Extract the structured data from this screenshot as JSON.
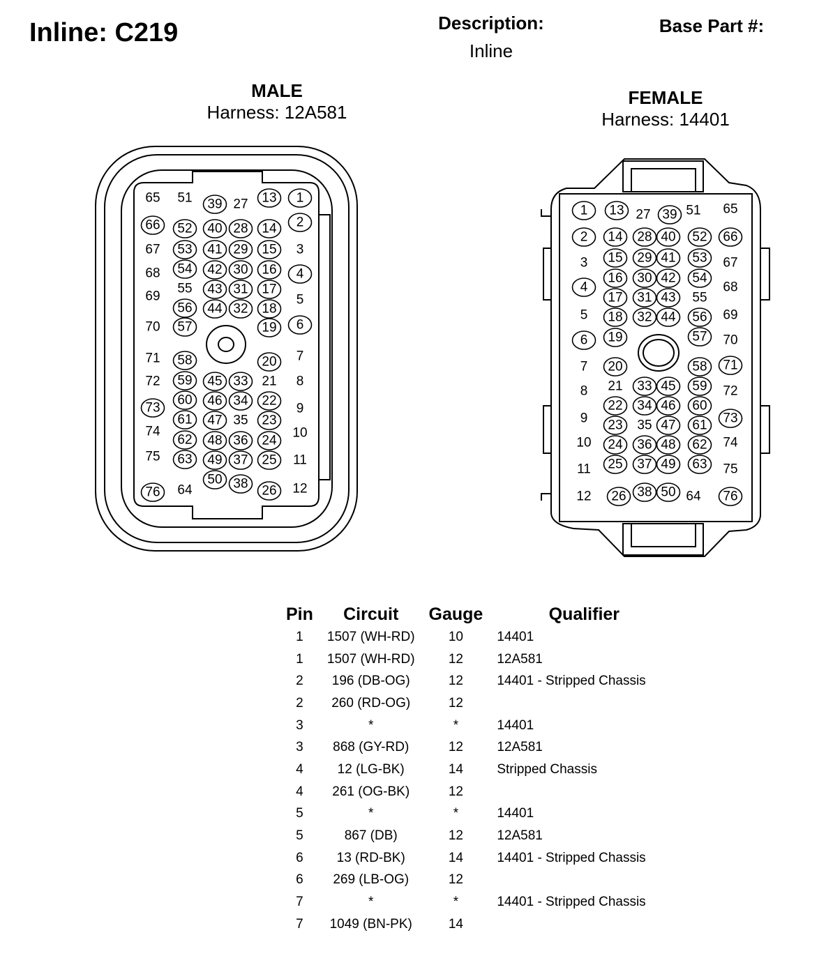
{
  "header": {
    "title": "Inline: C219",
    "description_label": "Description:",
    "description_value": "Inline",
    "base_part_label": "Base Part #:"
  },
  "male": {
    "title": "MALE",
    "harness": "Harness: 12A581",
    "pins": [
      {
        "n": "65",
        "c": false
      },
      {
        "n": "51",
        "c": false
      },
      {
        "n": "39",
        "c": true
      },
      {
        "n": "27",
        "c": false
      },
      {
        "n": "13",
        "c": true
      },
      {
        "n": "1",
        "c": true
      },
      {
        "n": "66",
        "c": true
      },
      {
        "n": "52",
        "c": true
      },
      {
        "n": "40",
        "c": true
      },
      {
        "n": "28",
        "c": true
      },
      {
        "n": "14",
        "c": true
      },
      {
        "n": "2",
        "c": true
      },
      {
        "n": "67",
        "c": false
      },
      {
        "n": "53",
        "c": true
      },
      {
        "n": "41",
        "c": true
      },
      {
        "n": "29",
        "c": true
      },
      {
        "n": "15",
        "c": true
      },
      {
        "n": "3",
        "c": false
      },
      {
        "n": "68",
        "c": false
      },
      {
        "n": "54",
        "c": true
      },
      {
        "n": "42",
        "c": true
      },
      {
        "n": "30",
        "c": true
      },
      {
        "n": "16",
        "c": true
      },
      {
        "n": "4",
        "c": true
      },
      {
        "n": "55",
        "c": false
      },
      {
        "n": "43",
        "c": true
      },
      {
        "n": "31",
        "c": true
      },
      {
        "n": "17",
        "c": true
      },
      {
        "n": "69",
        "c": false
      },
      {
        "n": "56",
        "c": true
      },
      {
        "n": "44",
        "c": true
      },
      {
        "n": "32",
        "c": true
      },
      {
        "n": "18",
        "c": true
      },
      {
        "n": "5",
        "c": false
      },
      {
        "n": "70",
        "c": false
      },
      {
        "n": "57",
        "c": true
      },
      {
        "n": "19",
        "c": true
      },
      {
        "n": "6",
        "c": true
      },
      {
        "n": "71",
        "c": false
      },
      {
        "n": "58",
        "c": true
      },
      {
        "n": "20",
        "c": true
      },
      {
        "n": "7",
        "c": false
      },
      {
        "n": "72",
        "c": false
      },
      {
        "n": "59",
        "c": true
      },
      {
        "n": "45",
        "c": true
      },
      {
        "n": "33",
        "c": true
      },
      {
        "n": "21",
        "c": false
      },
      {
        "n": "8",
        "c": false
      },
      {
        "n": "60",
        "c": true
      },
      {
        "n": "46",
        "c": true
      },
      {
        "n": "34",
        "c": true
      },
      {
        "n": "22",
        "c": true
      },
      {
        "n": "73",
        "c": true
      },
      {
        "n": "9",
        "c": false
      },
      {
        "n": "61",
        "c": true
      },
      {
        "n": "47",
        "c": true
      },
      {
        "n": "35",
        "c": false
      },
      {
        "n": "23",
        "c": true
      },
      {
        "n": "74",
        "c": false
      },
      {
        "n": "10",
        "c": false
      },
      {
        "n": "62",
        "c": true
      },
      {
        "n": "48",
        "c": true
      },
      {
        "n": "36",
        "c": true
      },
      {
        "n": "24",
        "c": true
      },
      {
        "n": "75",
        "c": false
      },
      {
        "n": "63",
        "c": true
      },
      {
        "n": "49",
        "c": true
      },
      {
        "n": "37",
        "c": true
      },
      {
        "n": "25",
        "c": true
      },
      {
        "n": "11",
        "c": false
      },
      {
        "n": "50",
        "c": true
      },
      {
        "n": "38",
        "c": true
      },
      {
        "n": "76",
        "c": true
      },
      {
        "n": "64",
        "c": false
      },
      {
        "n": "26",
        "c": true
      },
      {
        "n": "12",
        "c": false
      }
    ]
  },
  "female": {
    "title": "FEMALE",
    "harness": "Harness: 14401",
    "pins": [
      {
        "n": "1",
        "c": true
      },
      {
        "n": "13",
        "c": true
      },
      {
        "n": "27",
        "c": false
      },
      {
        "n": "39",
        "c": true
      },
      {
        "n": "51",
        "c": false
      },
      {
        "n": "65",
        "c": false
      },
      {
        "n": "2",
        "c": true
      },
      {
        "n": "14",
        "c": true
      },
      {
        "n": "28",
        "c": true
      },
      {
        "n": "40",
        "c": true
      },
      {
        "n": "52",
        "c": true
      },
      {
        "n": "66",
        "c": true
      },
      {
        "n": "15",
        "c": true
      },
      {
        "n": "29",
        "c": true
      },
      {
        "n": "41",
        "c": true
      },
      {
        "n": "53",
        "c": true
      },
      {
        "n": "3",
        "c": false
      },
      {
        "n": "67",
        "c": false
      },
      {
        "n": "16",
        "c": true
      },
      {
        "n": "30",
        "c": true
      },
      {
        "n": "42",
        "c": true
      },
      {
        "n": "54",
        "c": true
      },
      {
        "n": "4",
        "c": true
      },
      {
        "n": "68",
        "c": false
      },
      {
        "n": "17",
        "c": true
      },
      {
        "n": "31",
        "c": true
      },
      {
        "n": "43",
        "c": true
      },
      {
        "n": "55",
        "c": false
      },
      {
        "n": "5",
        "c": false
      },
      {
        "n": "18",
        "c": true
      },
      {
        "n": "32",
        "c": true
      },
      {
        "n": "44",
        "c": true
      },
      {
        "n": "56",
        "c": true
      },
      {
        "n": "69",
        "c": false
      },
      {
        "n": "6",
        "c": true
      },
      {
        "n": "19",
        "c": true
      },
      {
        "n": "57",
        "c": true
      },
      {
        "n": "70",
        "c": false
      },
      {
        "n": "7",
        "c": false
      },
      {
        "n": "20",
        "c": true
      },
      {
        "n": "58",
        "c": true
      },
      {
        "n": "71",
        "c": true
      },
      {
        "n": "8",
        "c": false
      },
      {
        "n": "21",
        "c": false
      },
      {
        "n": "33",
        "c": true
      },
      {
        "n": "45",
        "c": true
      },
      {
        "n": "59",
        "c": true
      },
      {
        "n": "72",
        "c": false
      },
      {
        "n": "22",
        "c": true
      },
      {
        "n": "34",
        "c": true
      },
      {
        "n": "46",
        "c": true
      },
      {
        "n": "60",
        "c": true
      },
      {
        "n": "9",
        "c": false
      },
      {
        "n": "73",
        "c": true
      },
      {
        "n": "23",
        "c": true
      },
      {
        "n": "35",
        "c": false
      },
      {
        "n": "47",
        "c": true
      },
      {
        "n": "61",
        "c": true
      },
      {
        "n": "10",
        "c": false
      },
      {
        "n": "24",
        "c": true
      },
      {
        "n": "36",
        "c": true
      },
      {
        "n": "48",
        "c": true
      },
      {
        "n": "62",
        "c": true
      },
      {
        "n": "74",
        "c": false
      },
      {
        "n": "11",
        "c": false
      },
      {
        "n": "25",
        "c": true
      },
      {
        "n": "37",
        "c": true
      },
      {
        "n": "49",
        "c": true
      },
      {
        "n": "63",
        "c": true
      },
      {
        "n": "75",
        "c": false
      },
      {
        "n": "12",
        "c": false
      },
      {
        "n": "26",
        "c": true
      },
      {
        "n": "38",
        "c": true
      },
      {
        "n": "50",
        "c": true
      },
      {
        "n": "64",
        "c": false
      },
      {
        "n": "76",
        "c": true
      }
    ]
  },
  "table": {
    "headers": [
      "Pin",
      "Circuit",
      "Gauge",
      "Qualifier"
    ],
    "rows": [
      [
        "1",
        "1507 (WH-RD)",
        "10",
        "14401"
      ],
      [
        "1",
        "1507 (WH-RD)",
        "12",
        "12A581"
      ],
      [
        "2",
        "196 (DB-OG)",
        "12",
        "14401 - Stripped Chassis"
      ],
      [
        "2",
        "260 (RD-OG)",
        "12",
        ""
      ],
      [
        "3",
        "*",
        "*",
        "14401"
      ],
      [
        "3",
        "868 (GY-RD)",
        "12",
        "12A581"
      ],
      [
        "4",
        "12 (LG-BK)",
        "14",
        "Stripped Chassis"
      ],
      [
        "4",
        "261 (OG-BK)",
        "12",
        ""
      ],
      [
        "5",
        "*",
        "*",
        "14401"
      ],
      [
        "5",
        "867 (DB)",
        "12",
        "12A581"
      ],
      [
        "6",
        "13 (RD-BK)",
        "14",
        "14401 - Stripped Chassis"
      ],
      [
        "6",
        "269 (LB-OG)",
        "12",
        ""
      ],
      [
        "7",
        "*",
        "*",
        "14401 - Stripped Chassis"
      ],
      [
        "7",
        "1049 (BN-PK)",
        "14",
        ""
      ]
    ]
  }
}
